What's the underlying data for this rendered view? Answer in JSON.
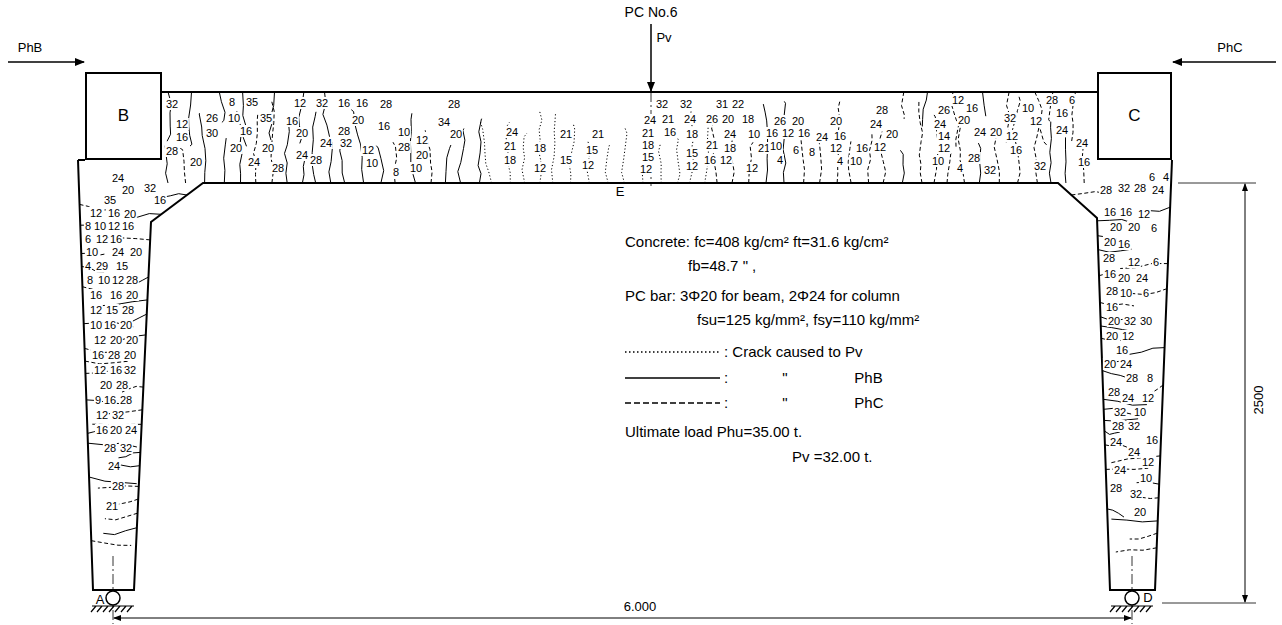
{
  "diagram": {
    "nodes": [
      {
        "text": [
          "B"
        ]
      },
      {
        "text": [
          "C"
        ]
      }
    ],
    "labels": [
      "PC No.6",
      "Pv",
      "PhB",
      "PhC",
      "E",
      "Concrete: fc=408 kg/cm² ft=31.6 kg/cm²",
      "fb=48.7 \"  ,",
      "PC bar: 3Φ20 for beam, 2Φ24 for column",
      "fsu=125 kg/mm², fsy=110 kg/mm²",
      "Ultimate load Phu=35.00 t.",
      "Pv =32.00 t.",
      "A",
      "D",
      "2500",
      "6.000",
      "32",
      "12",
      "16",
      "28",
      "20",
      "26",
      "30",
      "8",
      "35",
      "10",
      "16",
      "20",
      "24",
      "20",
      "28",
      "35",
      "12",
      "32",
      "16",
      "20",
      "24",
      "16",
      "16",
      "28",
      "20",
      "28",
      "24",
      "32",
      "28",
      "12",
      "10",
      "16",
      "28",
      "10",
      "12",
      "20",
      "10",
      "8",
      "34",
      "20",
      "28",
      "24",
      "21",
      "18",
      "18",
      "21",
      "12",
      "15",
      "12",
      "15",
      "21",
      "24",
      "21",
      "18",
      "15",
      "12",
      "32",
      "32",
      "21",
      "24",
      "16",
      "18",
      "15",
      "12",
      "31",
      "22",
      "26",
      "20",
      "18",
      "24",
      "21",
      "18",
      "16",
      "12",
      "10",
      "21",
      "12",
      "26",
      "20",
      "16",
      "12",
      "16",
      "10",
      "6",
      "4",
      "8",
      "20",
      "24",
      "16",
      "12",
      "4",
      "28",
      "24",
      "20",
      "12",
      "16",
      "10",
      "26",
      "20",
      "24",
      "14",
      "12",
      "10",
      "4",
      "28",
      "32",
      "24",
      "20",
      "12",
      "16",
      "32",
      "12",
      "16",
      "32",
      "10",
      "12",
      "24",
      "28",
      "16",
      "6",
      "24",
      "16",
      "24",
      "20",
      "32",
      "16",
      "35",
      "12",
      "16",
      "20",
      "8",
      "10",
      "12",
      "16",
      "6",
      "12",
      "16",
      "10",
      "24",
      "20",
      "4",
      "29",
      "15",
      "8",
      "10",
      "12",
      "28",
      "16",
      "16",
      "20",
      "12",
      "15",
      "28",
      "10",
      "16",
      "20",
      "12",
      "20",
      "20",
      "16",
      "28",
      "20",
      "12",
      "16",
      "32",
      "20",
      "28",
      "9",
      "16",
      "28",
      "12",
      "32",
      "16",
      "20",
      "24",
      "28",
      "32",
      "24",
      "28",
      "21",
      "28",
      "32",
      "28",
      "24",
      "4",
      "6",
      "16",
      "16",
      "12",
      "20",
      "20",
      "6",
      "20",
      "16",
      "28",
      "12",
      "6",
      "16",
      "20",
      "24",
      "28",
      "10",
      "6",
      "16",
      "20",
      "32",
      "30",
      "20",
      "12",
      "16",
      "20",
      "24",
      "28",
      "8",
      "28",
      "24",
      "12",
      "32",
      "10",
      "28",
      "32",
      "24",
      "16",
      "24",
      "12",
      "24",
      "10",
      "28",
      "32",
      "20"
    ],
    "legend": [
      {
        "text": ": Crack caused to Pv"
      },
      {
        "text": ":             \"                PhB"
      },
      {
        "text": ":             \"                PhC"
      }
    ]
  }
}
